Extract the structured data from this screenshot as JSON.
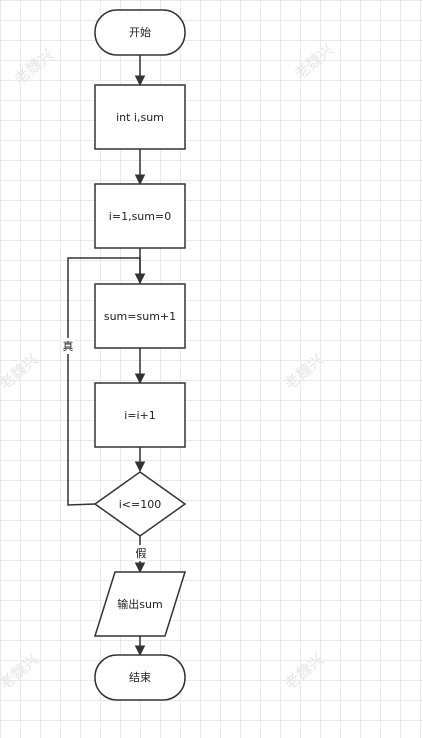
{
  "flowchart": {
    "start_label": "开始",
    "declare_label": "int i,sum",
    "init_label": "i=1,sum=0",
    "accumulate_label": "sum=sum+1",
    "increment_label": "i=i+1",
    "condition_label": "i<=100",
    "output_label": "输出sum",
    "end_label": "结束",
    "true_label": "真",
    "false_label": "假"
  },
  "watermark": "老魏兴",
  "colors": {
    "stroke": "#333333",
    "grid": "#e9e9e9",
    "background": "#ffffff"
  }
}
